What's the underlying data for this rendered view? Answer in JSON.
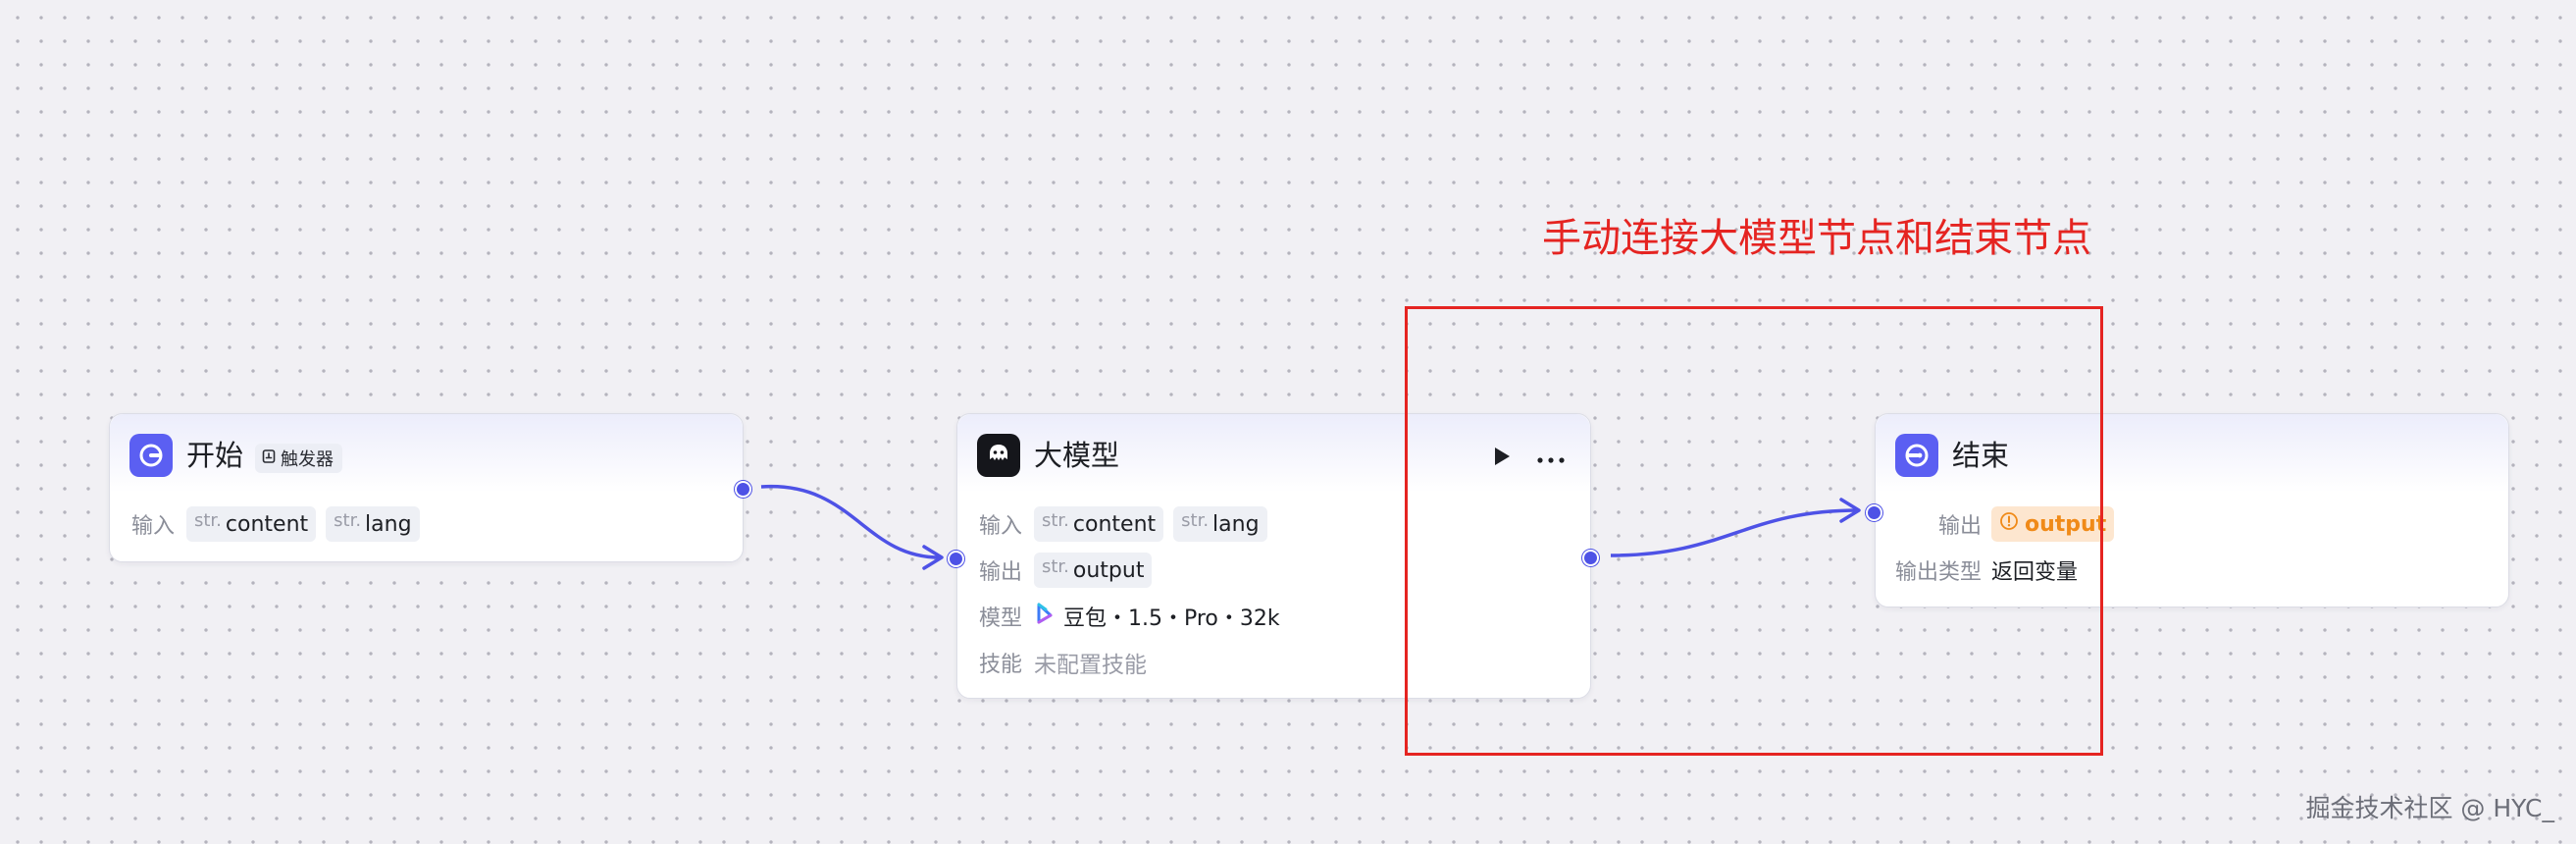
{
  "nodes": {
    "start": {
      "title": "开始",
      "badge": "触发器",
      "input_label": "输入",
      "inputs": [
        {
          "type": "str.",
          "name": "content"
        },
        {
          "type": "str.",
          "name": "lang"
        }
      ]
    },
    "llm": {
      "title": "大模型",
      "input_label": "输入",
      "inputs": [
        {
          "type": "str.",
          "name": "content"
        },
        {
          "type": "str.",
          "name": "lang"
        }
      ],
      "output_label": "输出",
      "output": {
        "type": "str.",
        "name": "output"
      },
      "model_label": "模型",
      "model_value": "豆包・1.5・Pro・32k",
      "skill_label": "技能",
      "skill_value": "未配置技能"
    },
    "end": {
      "title": "结束",
      "output_label": "输出",
      "output_name": "output",
      "output_type_label": "输出类型",
      "output_type_value": "返回变量"
    }
  },
  "annotation": {
    "text": "手动连接大模型节点和结束节点",
    "color": "#e52421"
  },
  "watermark": "掘金技术社区 @ HYC_",
  "colors": {
    "accent": "#5b5ff2",
    "edge": "#4e52e6",
    "warning": "#f08a18"
  },
  "icons": {
    "start": "start-flow-icon",
    "llm": "llm-robot-icon",
    "end": "end-flow-icon",
    "run": "play-icon",
    "more": "more-dots-icon",
    "model": "doubao-logo-icon",
    "warning": "warning-circle-icon",
    "trigger": "trigger-icon"
  }
}
